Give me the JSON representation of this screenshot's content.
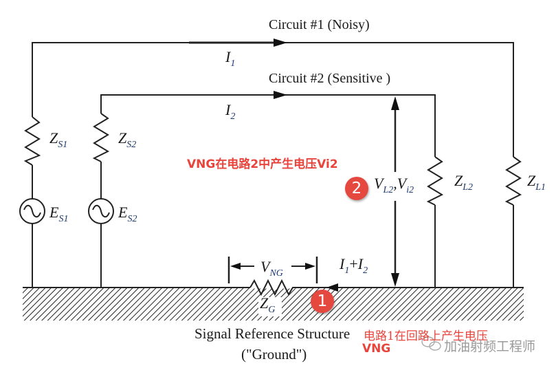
{
  "circuit1": {
    "title": "Circuit #1 (Noisy)",
    "current": "I",
    "current_sub": "1"
  },
  "circuit2": {
    "title": "Circuit #2 (Sensitive )",
    "current": "I",
    "current_sub": "2"
  },
  "components": {
    "zs1": {
      "main": "Z",
      "sub": "S1"
    },
    "zs2": {
      "main": "Z",
      "sub": "S2"
    },
    "es1": {
      "main": "E",
      "sub": "S1"
    },
    "es2": {
      "main": "E",
      "sub": "S2"
    },
    "zl2": {
      "main": "Z",
      "sub": "L2"
    },
    "zl1": {
      "main": "Z",
      "sub": "L1"
    },
    "zg": {
      "main": "Z",
      "sub": "G"
    }
  },
  "voltages": {
    "vl2": {
      "main": "V",
      "sub": "L2",
      "sep": ",",
      "main2": "V",
      "sub2": "i2"
    },
    "vng": {
      "main": "V",
      "sub": "NG"
    }
  },
  "return_current": {
    "a": "I",
    "a_sub": "1",
    "plus": "+",
    "b": "I",
    "b_sub": "2"
  },
  "ground": {
    "line1": "Signal Reference Structure",
    "line2": "(\"Ground\")"
  },
  "annotations": {
    "note2": "VNG在电路2中产生电压Vi2",
    "note1_line1": "电路1在回路上产生电压",
    "note1_line2": "VNG",
    "badge1": "1",
    "badge2": "2",
    "color": "#e8443c"
  },
  "watermark": {
    "text": "加油射频工程师",
    "icon": "wechat-icon"
  }
}
